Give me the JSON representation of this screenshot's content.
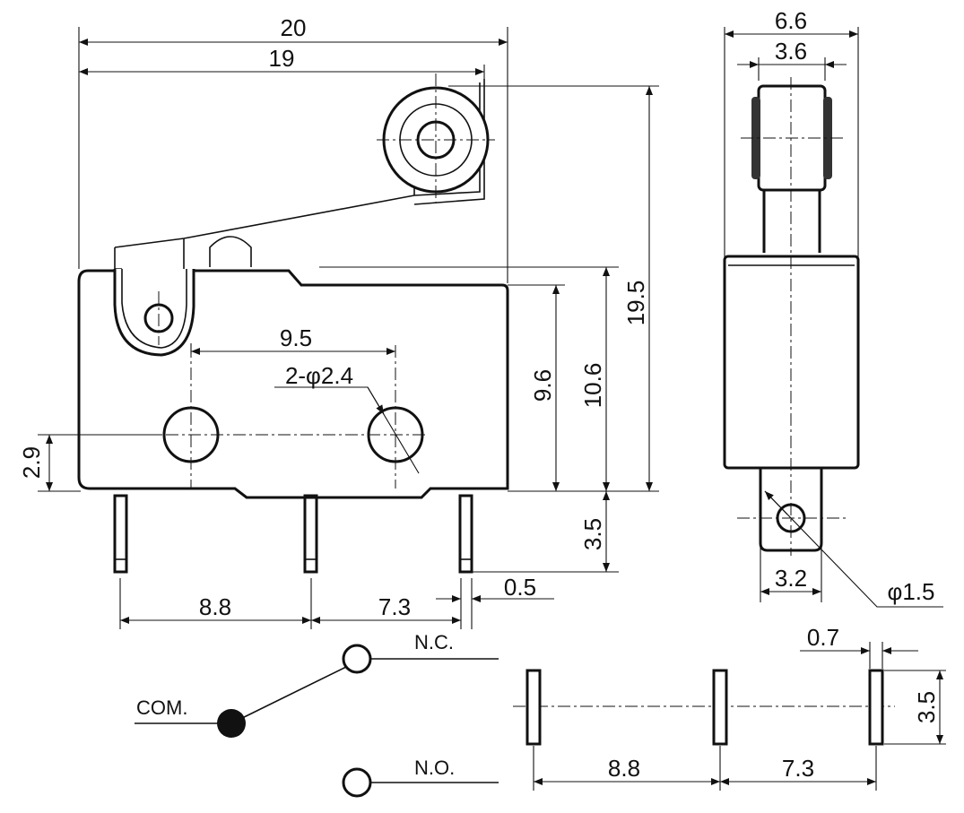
{
  "side_view": {
    "overall_length": "20",
    "lever_length": "19",
    "total_height": "19.5",
    "body_to_hole_height": "9.6",
    "body_height": "10.6",
    "pin_length": "3.5",
    "hole_spacing": "9.5",
    "mount_holes": "2-φ2.4",
    "hole_offset": "2.9",
    "pin_pitch_left": "8.8",
    "pin_pitch_right": "7.3",
    "pin_thickness": "0.5"
  },
  "end_view": {
    "overall_width": "6.6",
    "roller_width": "3.6",
    "terminal_width": "3.2",
    "terminal_hole": "φ1.5"
  },
  "schematic": {
    "com_label": "COM.",
    "nc_label": "N.C.",
    "no_label": "N.O."
  },
  "footprint": {
    "pin_width": "0.7",
    "pin_length": "3.5",
    "pitch_left": "8.8",
    "pitch_right": "7.3"
  }
}
